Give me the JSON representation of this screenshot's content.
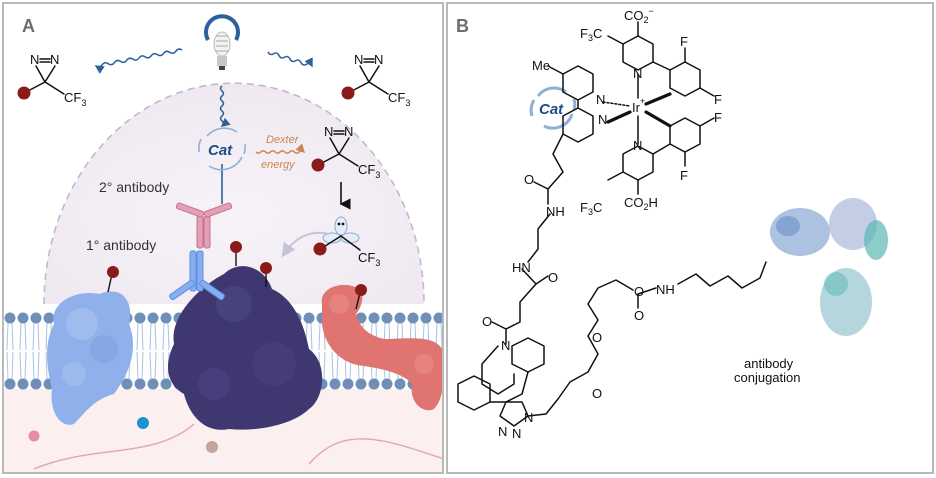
{
  "figure": {
    "panels": [
      {
        "id": "A",
        "letter": "A",
        "labels": {
          "secondary_antibody": "2° antibody",
          "primary_antibody": "1° antibody",
          "catalyst": "Cat",
          "dexter_line1": "Dexter",
          "dexter_line2": "energy"
        },
        "probes": {
          "diazirine_n": "N",
          "cf3_main": "CF",
          "cf3_sub": "3"
        },
        "colors": {
          "probe_dot": "#8b1a1a",
          "light_wave": "#2d5f9a",
          "dexter": "#c8874e",
          "secondary_antibody": "#d9879f",
          "primary_antibody": "#6f9ee6",
          "target_protein": "#3e3770",
          "left_protein": "#8fb0ea",
          "right_protein": "#e07470",
          "membrane_head": "#6f8fb8",
          "cytoplasm": "#fbeff0"
        }
      },
      {
        "id": "B",
        "letter": "B",
        "labels": {
          "catalyst": "Cat",
          "conjugation_line1": "antibody",
          "conjugation_line2": "conjugation"
        },
        "atoms": {
          "me": "Me",
          "ir": "Ir",
          "charge_plus": "+",
          "charge_minus": "−",
          "n": "N",
          "f": "F",
          "f3c": "F",
          "f3c_sub": "3",
          "f3c_c": "C",
          "co2": "CO",
          "co2_sub": "2",
          "co2h_h": "H",
          "o": "O",
          "nh": "NH",
          "hn": "HN"
        }
      }
    ]
  }
}
